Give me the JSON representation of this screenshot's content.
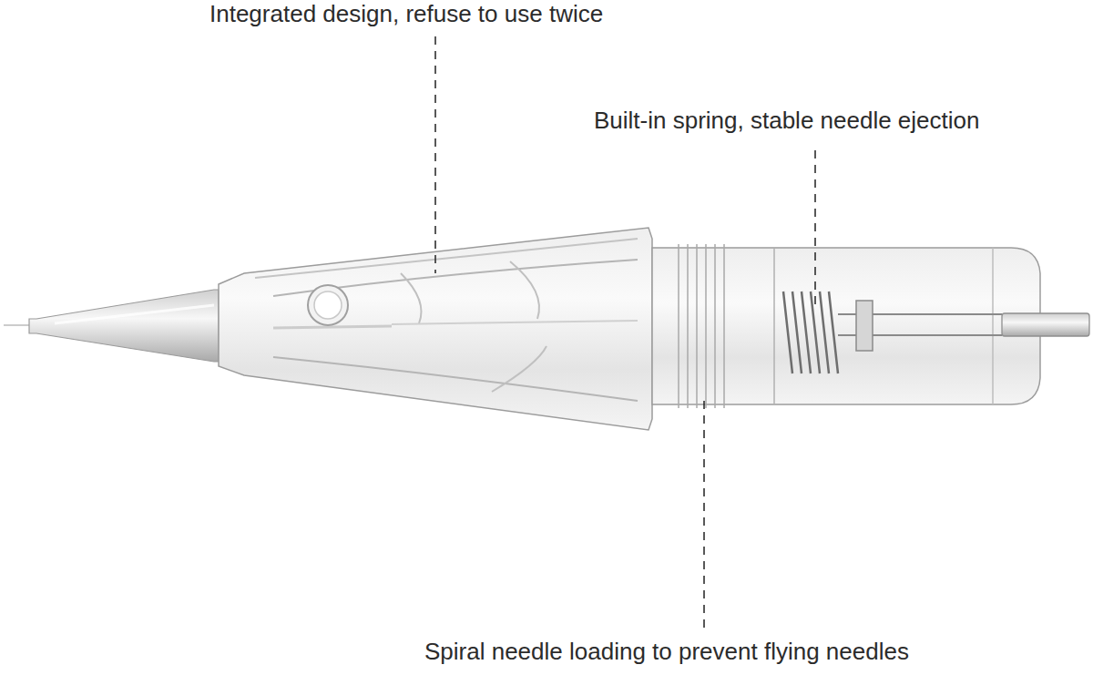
{
  "diagram": {
    "labels": [
      "Integrated design, refuse to use twice",
      "Built-in spring, stable needle ejection",
      "Spiral needle loading to prevent flying needles"
    ]
  }
}
